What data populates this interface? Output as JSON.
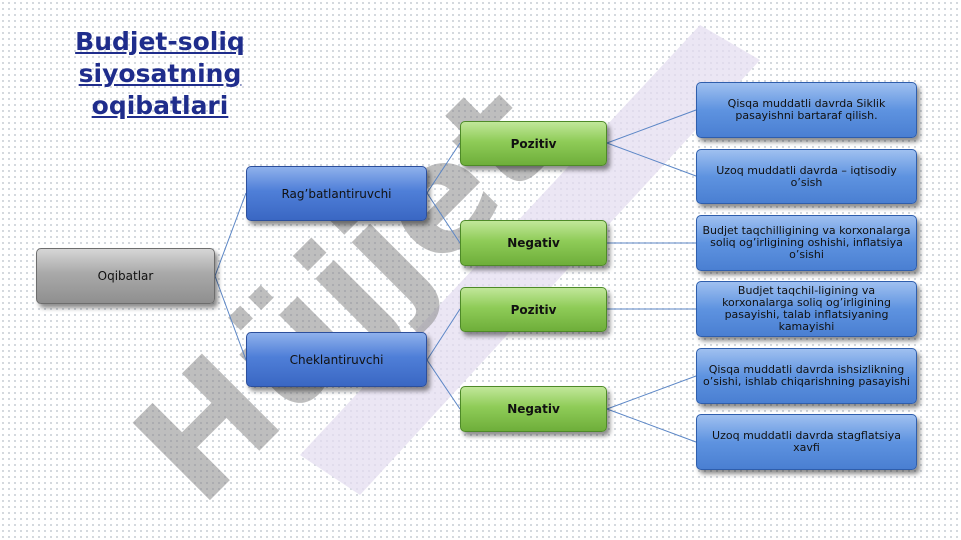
{
  "title": "Budjet-soliq siyosatning oqibatlari",
  "diagram": {
    "root": "Oqibatlar",
    "branches": [
      {
        "label": "Rag’batlantiruvchi",
        "children": [
          {
            "label": "Pozitiv",
            "leaves": [
              "Qisqa muddatli davrda Siklik pasayishni bartaraf qilish.",
              "Uzoq muddatli davrda – iqtisodiy o’sish"
            ]
          },
          {
            "label": "Negativ",
            "leaves": [
              "Budjet taqchilligining va korxonalarga soliq og’irligining oshishi, inflatsiya o’sishi"
            ]
          }
        ]
      },
      {
        "label": "Cheklantiruvchi",
        "children": [
          {
            "label": "Pozitiv",
            "leaves": [
              "Budjet taqchil-ligining va korxonalarga soliq og’irligining pasayishi, talab inflatsiyaning kamayishi"
            ]
          },
          {
            "label": "Negativ",
            "leaves": [
              "Qisqa muddatli davrda ishsizlikning o’sishi, ishlab chiqarishning pasayishi",
              "Uzoq muddatli davrda stagflatsiya xavfi"
            ]
          }
        ]
      }
    ]
  },
  "watermark": "Hüjjet",
  "colors": {
    "root": "#a9a9a9",
    "branch": "#4f7fd8",
    "outcome": "#8fcc58",
    "leaf": "#5e93e0",
    "connector": "#5b86c6",
    "title": "#1f2d8c"
  }
}
